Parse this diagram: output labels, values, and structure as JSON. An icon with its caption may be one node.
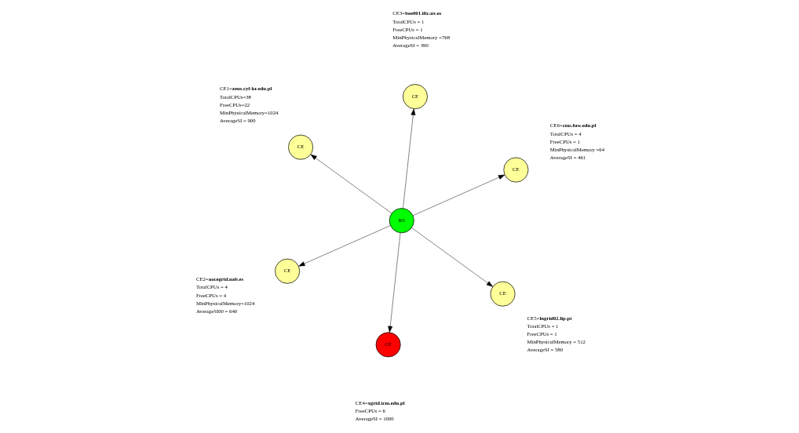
{
  "diagram": {
    "nodes": [
      {
        "text": [
          "CE"
        ],
        "beside": [
          "CE1=**zeus.cyf-kr.edu.pl**",
          "TotalCPUs=38",
          "FreeCPUs=22",
          "MinPhysicalMemory=1024",
          "AverageSI = 900"
        ]
      },
      {
        "text": [
          "CE"
        ],
        "beside": [
          "CE2=**aocegrid.uab.es**",
          "TotalCPUs = 4",
          "FreeCPUs = 4",
          "MinPhysicalMemory=1024",
          "AverageSI00 = 640"
        ]
      },
      {
        "text": [
          "CE"
        ],
        "beside": [
          "CE3=**bee001.ific.uv.es**",
          "TotalCPUs = 1",
          "FreeCPUs = 1",
          "MinPhysicalMemory =768",
          "AverageSI = 390"
        ]
      },
      {
        "text": [
          "RS"
        ]
      },
      {
        "text": [
          "CE"
        ],
        "beside": [
          "CE5=**lngrid02.lip.pt**",
          "TotalCPUs = 1",
          "FreeCPUs = 1",
          "MinPhysicalMemory = 512",
          "AverageSI = 580"
        ]
      },
      {
        "text": [
          "CE"
        ],
        "beside": [
          "CE4=**xgrid.icm.edu.pl**",
          "FreeCPUs = 6",
          "AverageSI = 1000"
        ]
      },
      {
        "text": [
          "CE"
        ],
        "beside": [
          "CE6=**cms.fuw.edu.pl**",
          "TotalCPUs = 4",
          "FreeCPUs = 1",
          "MinPhysicalMemory =64",
          "AverageSI = 461"
        ]
      }
    ],
    "edges": [
      {
        "from": 3,
        "to": 0,
        "arrow": "to"
      },
      {
        "from": 3,
        "to": 1,
        "arrow": "to"
      },
      {
        "from": 3,
        "to": 2,
        "arrow": "to"
      },
      {
        "from": 3,
        "to": 4,
        "arrow": "to"
      },
      {
        "from": 3,
        "to": 5,
        "arrow": "to"
      },
      {
        "from": 3,
        "to": 6,
        "arrow": "to"
      }
    ]
  }
}
